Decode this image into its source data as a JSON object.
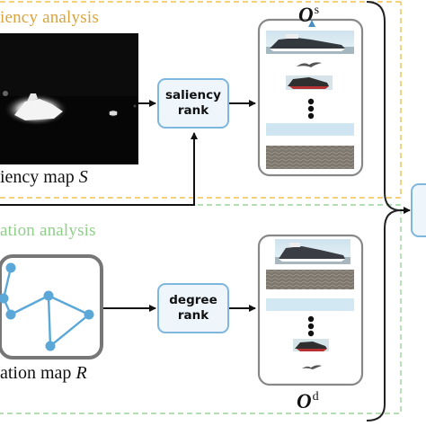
{
  "saliency_section": {
    "title": "iency analysis",
    "title_color": "#d9a43c",
    "map_label": "iency map S",
    "rank_label_line1": "saliency",
    "rank_label_line2": "rank",
    "output_label": "O",
    "output_superscript": "s"
  },
  "relation_section": {
    "title": "ation analysis",
    "title_color": "#8fcf8a",
    "map_label": "ation map R",
    "rank_label_line1": "degree",
    "rank_label_line2": "rank",
    "output_label": "O",
    "output_superscript": "d"
  },
  "colors": {
    "saliency_border": "#f0c24e",
    "relation_border": "#9ed49a",
    "node_color": "#5aa7d8",
    "rank_box_border": "#7fb6dd",
    "arrow_color": "#111111"
  },
  "icons": [
    "ship-thumbnail-icon",
    "bird-thumbnail-icon",
    "boat-thumbnail-icon",
    "sky-patch-icon",
    "sea-patch-icon",
    "ellipsis-dots-icon"
  ]
}
